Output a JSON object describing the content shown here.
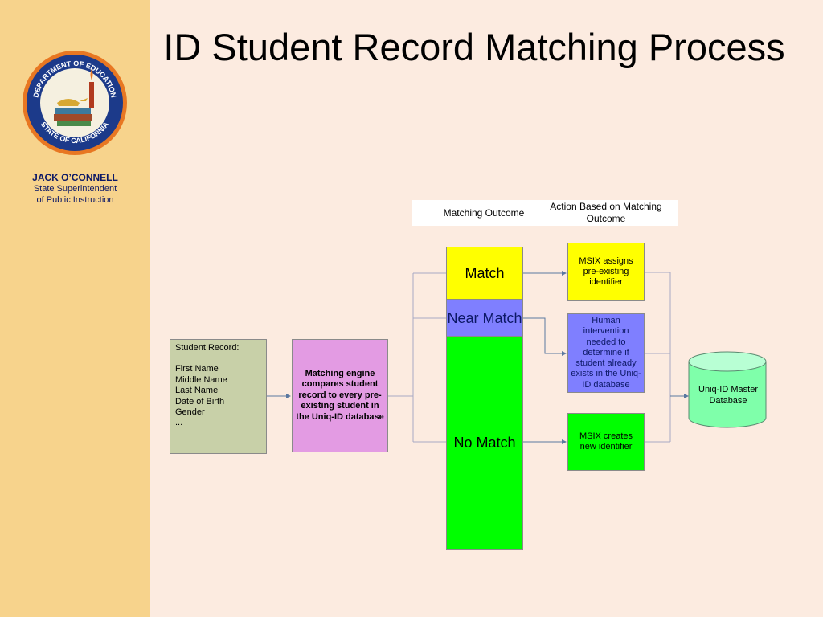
{
  "sidebar": {
    "presenter_name": "JACK O’CONNELL",
    "presenter_title_line1": "State Superintendent",
    "presenter_title_line2": "of Public Instruction",
    "seal": {
      "text_top": "DEPARTMENT OF EDUCATION",
      "text_bottom": "STATE OF CALIFORNIA",
      "ring_color": "#1C3A8A",
      "inner_color": "#E87722"
    }
  },
  "title": "ID Student Record Matching Process",
  "legend": {
    "outcome_header": "Matching Outcome",
    "action_header": "Action Based on Matching Outcome"
  },
  "student_record": {
    "heading": "Student Record:",
    "fields": [
      "First Name",
      "Middle Name",
      "Last Name",
      "Date of Birth",
      "Gender",
      "..."
    ]
  },
  "matching_engine": "Matching engine compares student record to every pre-existing student in the Uniq-ID database",
  "outcomes": {
    "match": "Match",
    "near_match": "Near Match",
    "no_match": "No Match"
  },
  "actions": {
    "assign": "MSIX assigns pre-existing identifier",
    "human": "Human intervention needed to determine if student already exists in the Uniq-ID database",
    "create": "MSIX creates new identifier"
  },
  "database": "Uniq-ID Master Database",
  "colors": {
    "background": "#FCEBE0",
    "sidebar": "#F7D38C",
    "match": "#FFFF00",
    "near_match": "#7F7FFF",
    "no_match": "#00FF00",
    "student_record": "#C8D0A8",
    "engine": "#E39BE3",
    "database": "#7FFFAA"
  }
}
